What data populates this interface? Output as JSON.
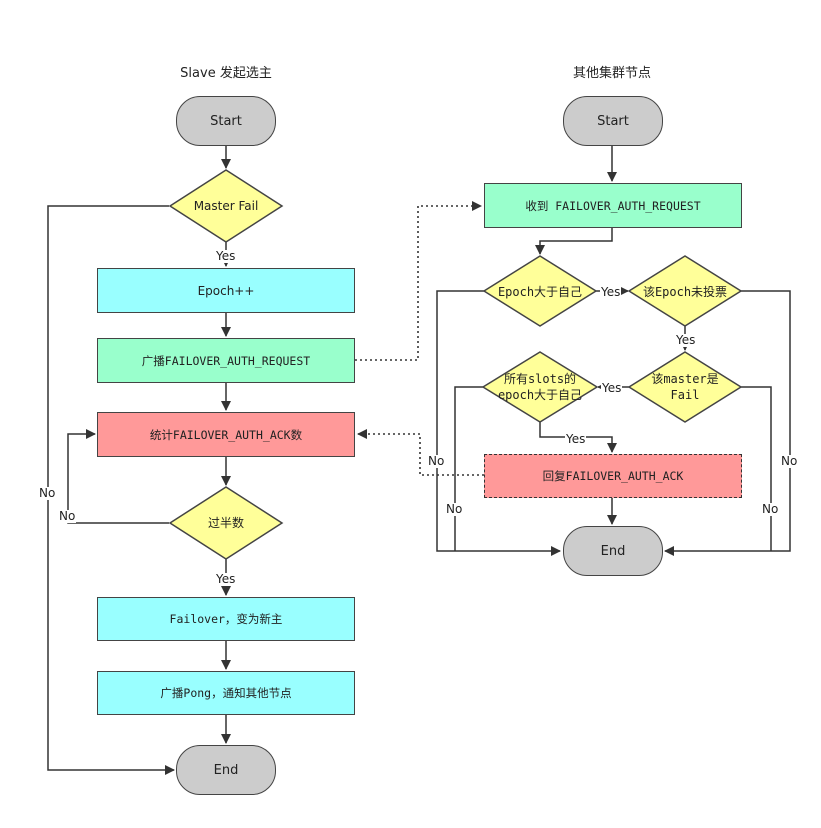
{
  "left": {
    "title": "Slave 发起选主",
    "start": "Start",
    "master_fail": "Master Fail",
    "epoch_inc": "Epoch++",
    "broadcast_request": "广播FAILOVER_AUTH_REQUEST",
    "count_ack": "统计FAILOVER_AUTH_ACK数",
    "majority": "过半数",
    "failover": "Failover，变为新主",
    "broadcast_pong": "广播Pong，通知其他节点",
    "end": "End"
  },
  "right": {
    "title": "其他集群节点",
    "start": "Start",
    "receive_request": "收到 FAILOVER_AUTH_REQUEST",
    "epoch_gt_self": "Epoch大于自己",
    "epoch_not_voted": "该Epoch未投票",
    "slots_epoch": "所有slots的epoch大于自己",
    "master_fail": "该master是Fail",
    "reply_ack": "回复FAILOVER_AUTH_ACK",
    "end": "End"
  },
  "labels": {
    "yes": "Yes",
    "no": "No"
  }
}
